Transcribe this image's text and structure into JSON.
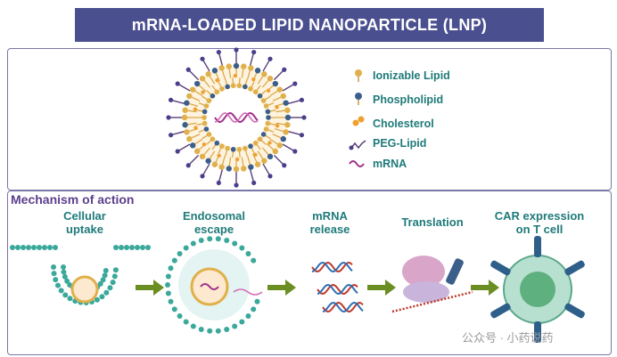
{
  "title": "mRNA-LOADED LIPID NANOPARTICLE (LNP)",
  "legend": [
    {
      "label": "Ionizable Lipid",
      "icon": "ionizable-lipid-icon",
      "color": "#d9a441"
    },
    {
      "label": "Phospholipid",
      "icon": "phospholipid-icon",
      "color": "#3b5f8a"
    },
    {
      "label": "Cholesterol",
      "icon": "cholesterol-icon",
      "color": "#f0a030"
    },
    {
      "label": "PEG-Lipid",
      "icon": "peg-lipid-icon",
      "color": "#5a3f7a"
    },
    {
      "label": "mRNA",
      "icon": "mrna-icon",
      "color": "#a0308a"
    }
  ],
  "mechanism_title": "Mechanism of action",
  "steps": [
    {
      "label": "Cellular\nuptake"
    },
    {
      "label": "Endosomal\nescape"
    },
    {
      "label": "mRNA\nrelease"
    },
    {
      "label": "Translation"
    },
    {
      "label": "CAR expression\non T cell"
    }
  ],
  "watermark": "公众号 · 小药说药",
  "colors": {
    "banner": "#4a4f8f",
    "label": "#1f7a7a",
    "accent": "#5b3f8c",
    "membrane": "#3aa89a",
    "arrow": "#6b8e23"
  }
}
